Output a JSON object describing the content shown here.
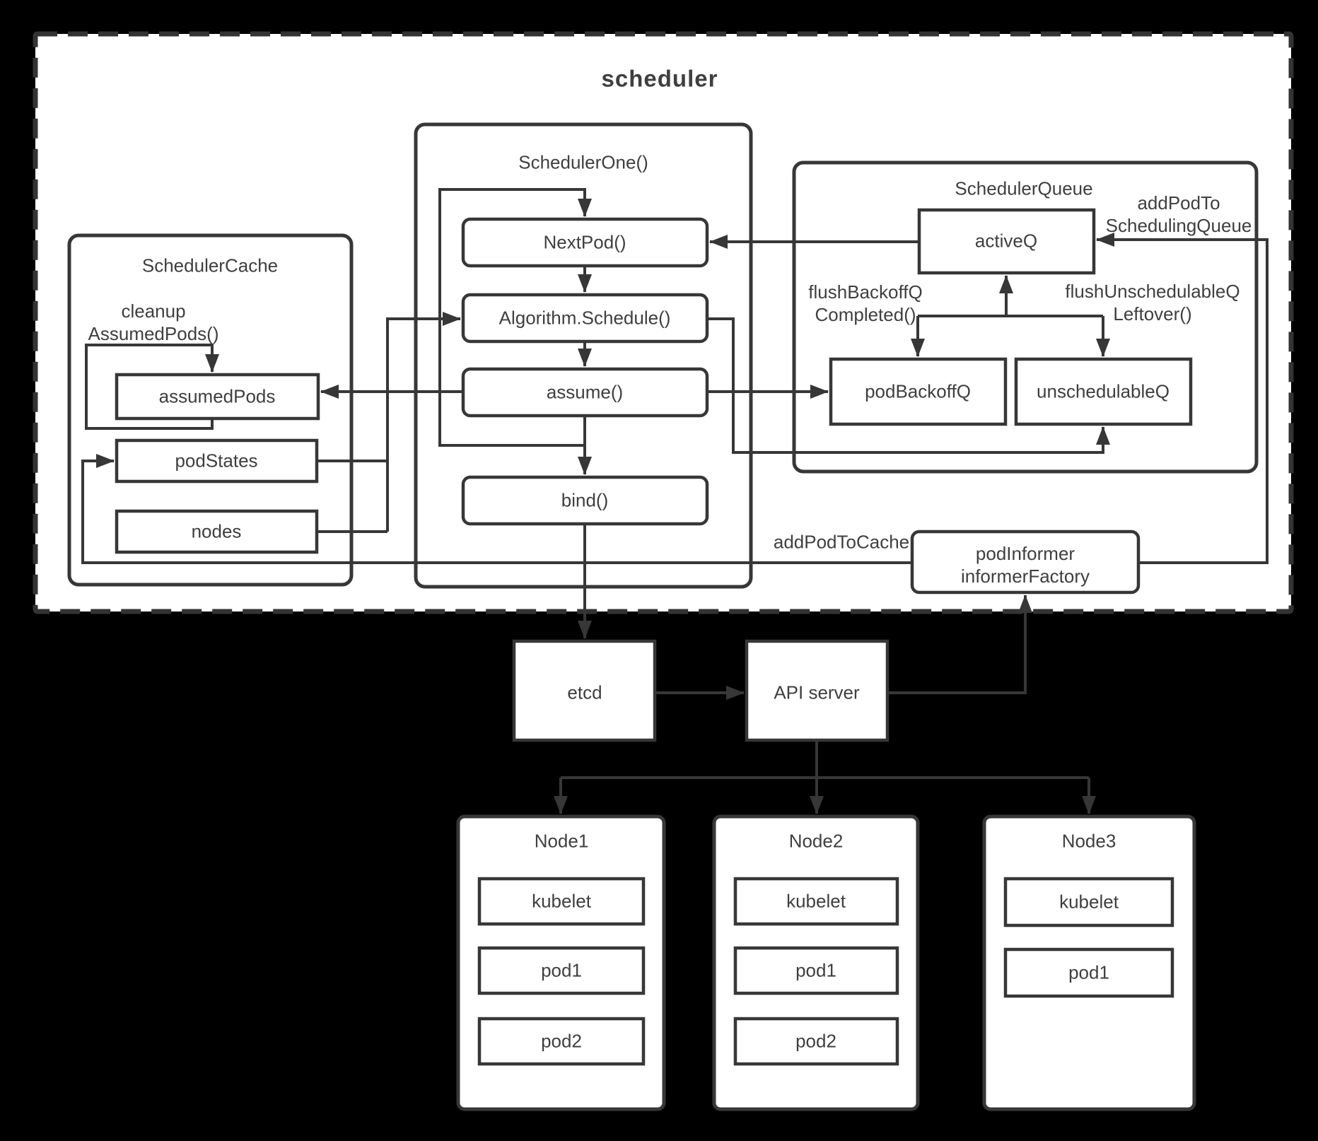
{
  "title": "scheduler",
  "cache": {
    "label": "SchedulerCache",
    "cleanup_line1": "cleanup",
    "cleanup_line2": "AssumedPods()",
    "assumed_pods": "assumedPods",
    "pod_states": "podStates",
    "nodes": "nodes"
  },
  "scheduler_one": {
    "label": "SchedulerOne()",
    "next_pod": "NextPod()",
    "algorithm_schedule": "Algorithm.Schedule()",
    "assume": "assume()",
    "bind": "bind()"
  },
  "scheduler_queue": {
    "label": "SchedulerQueue",
    "active_q": "activeQ",
    "pod_backoff_q": "podBackoffQ",
    "unschedulable_q": "unschedulableQ",
    "flush_backoff_line1": "flushBackoffQ",
    "flush_backoff_line2": "Completed()",
    "flush_unsched_line1": "flushUnschedulableQ",
    "flush_unsched_line2": "Leftover()",
    "add_pod_line1": "addPodTo",
    "add_pod_line2": "SchedulingQueue"
  },
  "informer": {
    "line1": "podInformer",
    "line2": "informerFactory",
    "add_pod_to_cache": "addPodToCache"
  },
  "infra": {
    "etcd": "etcd",
    "api_server": "API server"
  },
  "nodes": [
    {
      "label": "Node1",
      "items": [
        "kubelet",
        "pod1",
        "pod2"
      ]
    },
    {
      "label": "Node2",
      "items": [
        "kubelet",
        "pod1",
        "pod2"
      ]
    },
    {
      "label": "Node3",
      "items": [
        "kubelet",
        "pod1"
      ]
    }
  ],
  "colors": {
    "background": "#000000",
    "surface": "#ffffff",
    "line": "#373737",
    "text": "#3f3f3f"
  }
}
